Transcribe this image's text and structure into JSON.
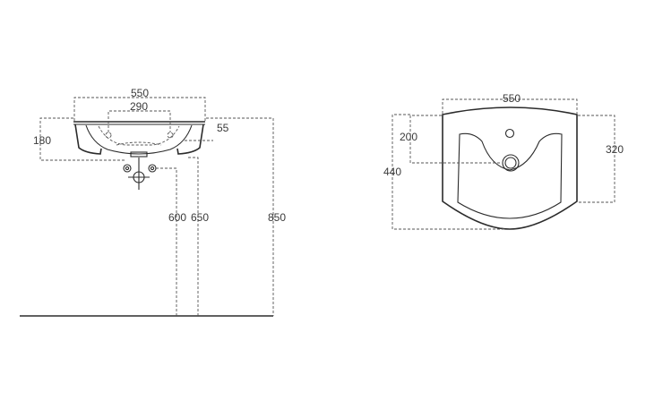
{
  "front_view": {
    "width_label": "550",
    "tap_spacing_label": "290",
    "depth_label": "180",
    "rim_label": "55",
    "height_600_label": "600",
    "height_650_label": "650",
    "height_850_label": "850"
  },
  "top_view": {
    "width_label": "550",
    "drain_offset_label": "200",
    "depth_label": "440",
    "side_depth_label": "320"
  },
  "colors": {
    "line": "#2b2b2b",
    "dash": "#555555",
    "text": "#3a3a3a",
    "background": "#ffffff"
  }
}
